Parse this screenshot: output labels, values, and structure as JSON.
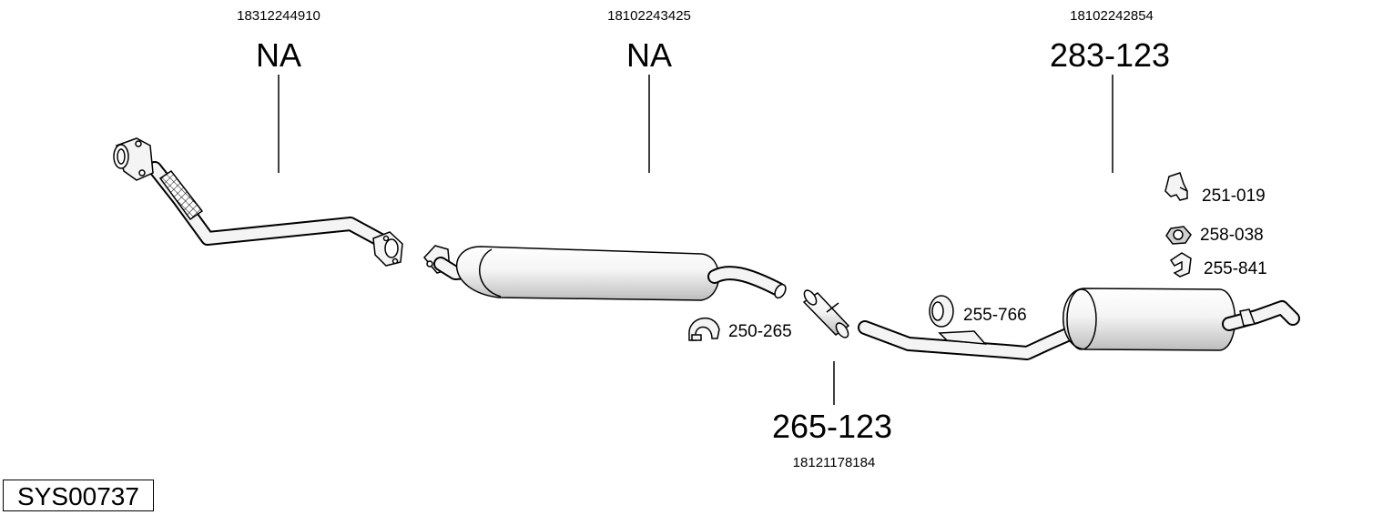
{
  "system_code": "SYS00737",
  "parts": [
    {
      "id": "front_pipe",
      "code": "NA",
      "oem": "18312244910"
    },
    {
      "id": "middle_silencer",
      "code": "NA",
      "oem": "18102243425"
    },
    {
      "id": "rear_silencer",
      "code": "283-123",
      "oem": "18102242854"
    },
    {
      "id": "connector_pipe",
      "code": "265-123",
      "oem": "18121178184"
    }
  ],
  "accessories": [
    {
      "id": "rubber_mount_top",
      "code": "251-019"
    },
    {
      "id": "nut",
      "code": "258-038"
    },
    {
      "id": "clip",
      "code": "255-841"
    },
    {
      "id": "hanger_ring",
      "code": "255-766"
    },
    {
      "id": "clamp",
      "code": "250-265"
    }
  ],
  "colors": {
    "line": "#000000",
    "fill_light": "#f2f2f2",
    "fill_shade": "#c8c8c8"
  }
}
